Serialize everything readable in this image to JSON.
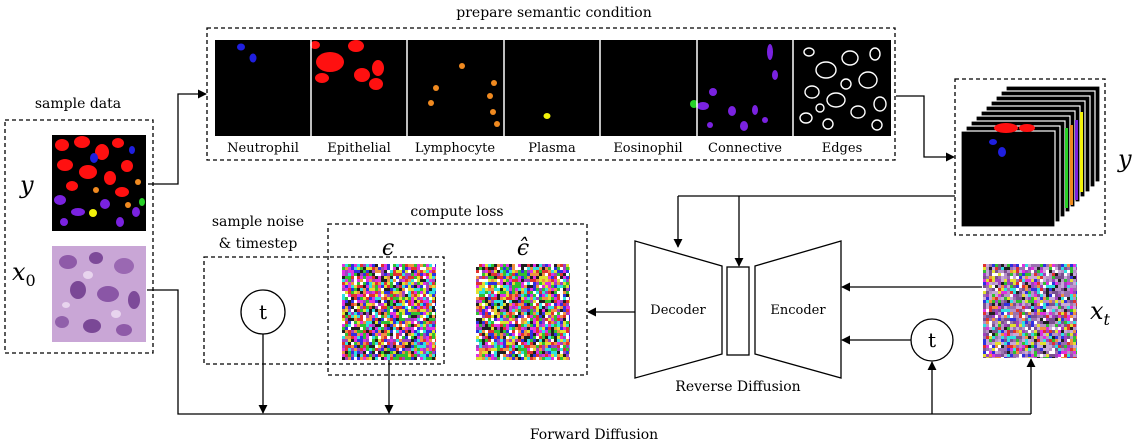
{
  "labels": {
    "prepare": "prepare semantic condition",
    "sample_data": "sample data",
    "sample_noise_1": "sample noise",
    "sample_noise_2": "& timestep",
    "compute_loss": "compute loss",
    "decoder": "Decoder",
    "encoder": "Encoder",
    "reverse": "Reverse Diffusion",
    "forward": "Forward Diffusion",
    "t_symbol": "t",
    "y_symbol": "y",
    "x0_symbol": "x",
    "x0_sub": "0",
    "xt_symbol": "x",
    "xt_sub": "t",
    "eps": "ϵ",
    "eps_hat": "ϵ̂"
  },
  "conditions": [
    "Neutrophil",
    "Epithelial",
    "Lymphocyte",
    "Plasma",
    "Eosinophil",
    "Connective",
    "Edges"
  ],
  "colors": {
    "neutrophil": "#1f1fe0",
    "epithelial": "#ff1010",
    "lymphocyte": "#f08a20",
    "plasma": "#f2f20a",
    "connective": "#7a22e0",
    "connective_green": "#28d028",
    "histology": "#c9a6d6"
  }
}
